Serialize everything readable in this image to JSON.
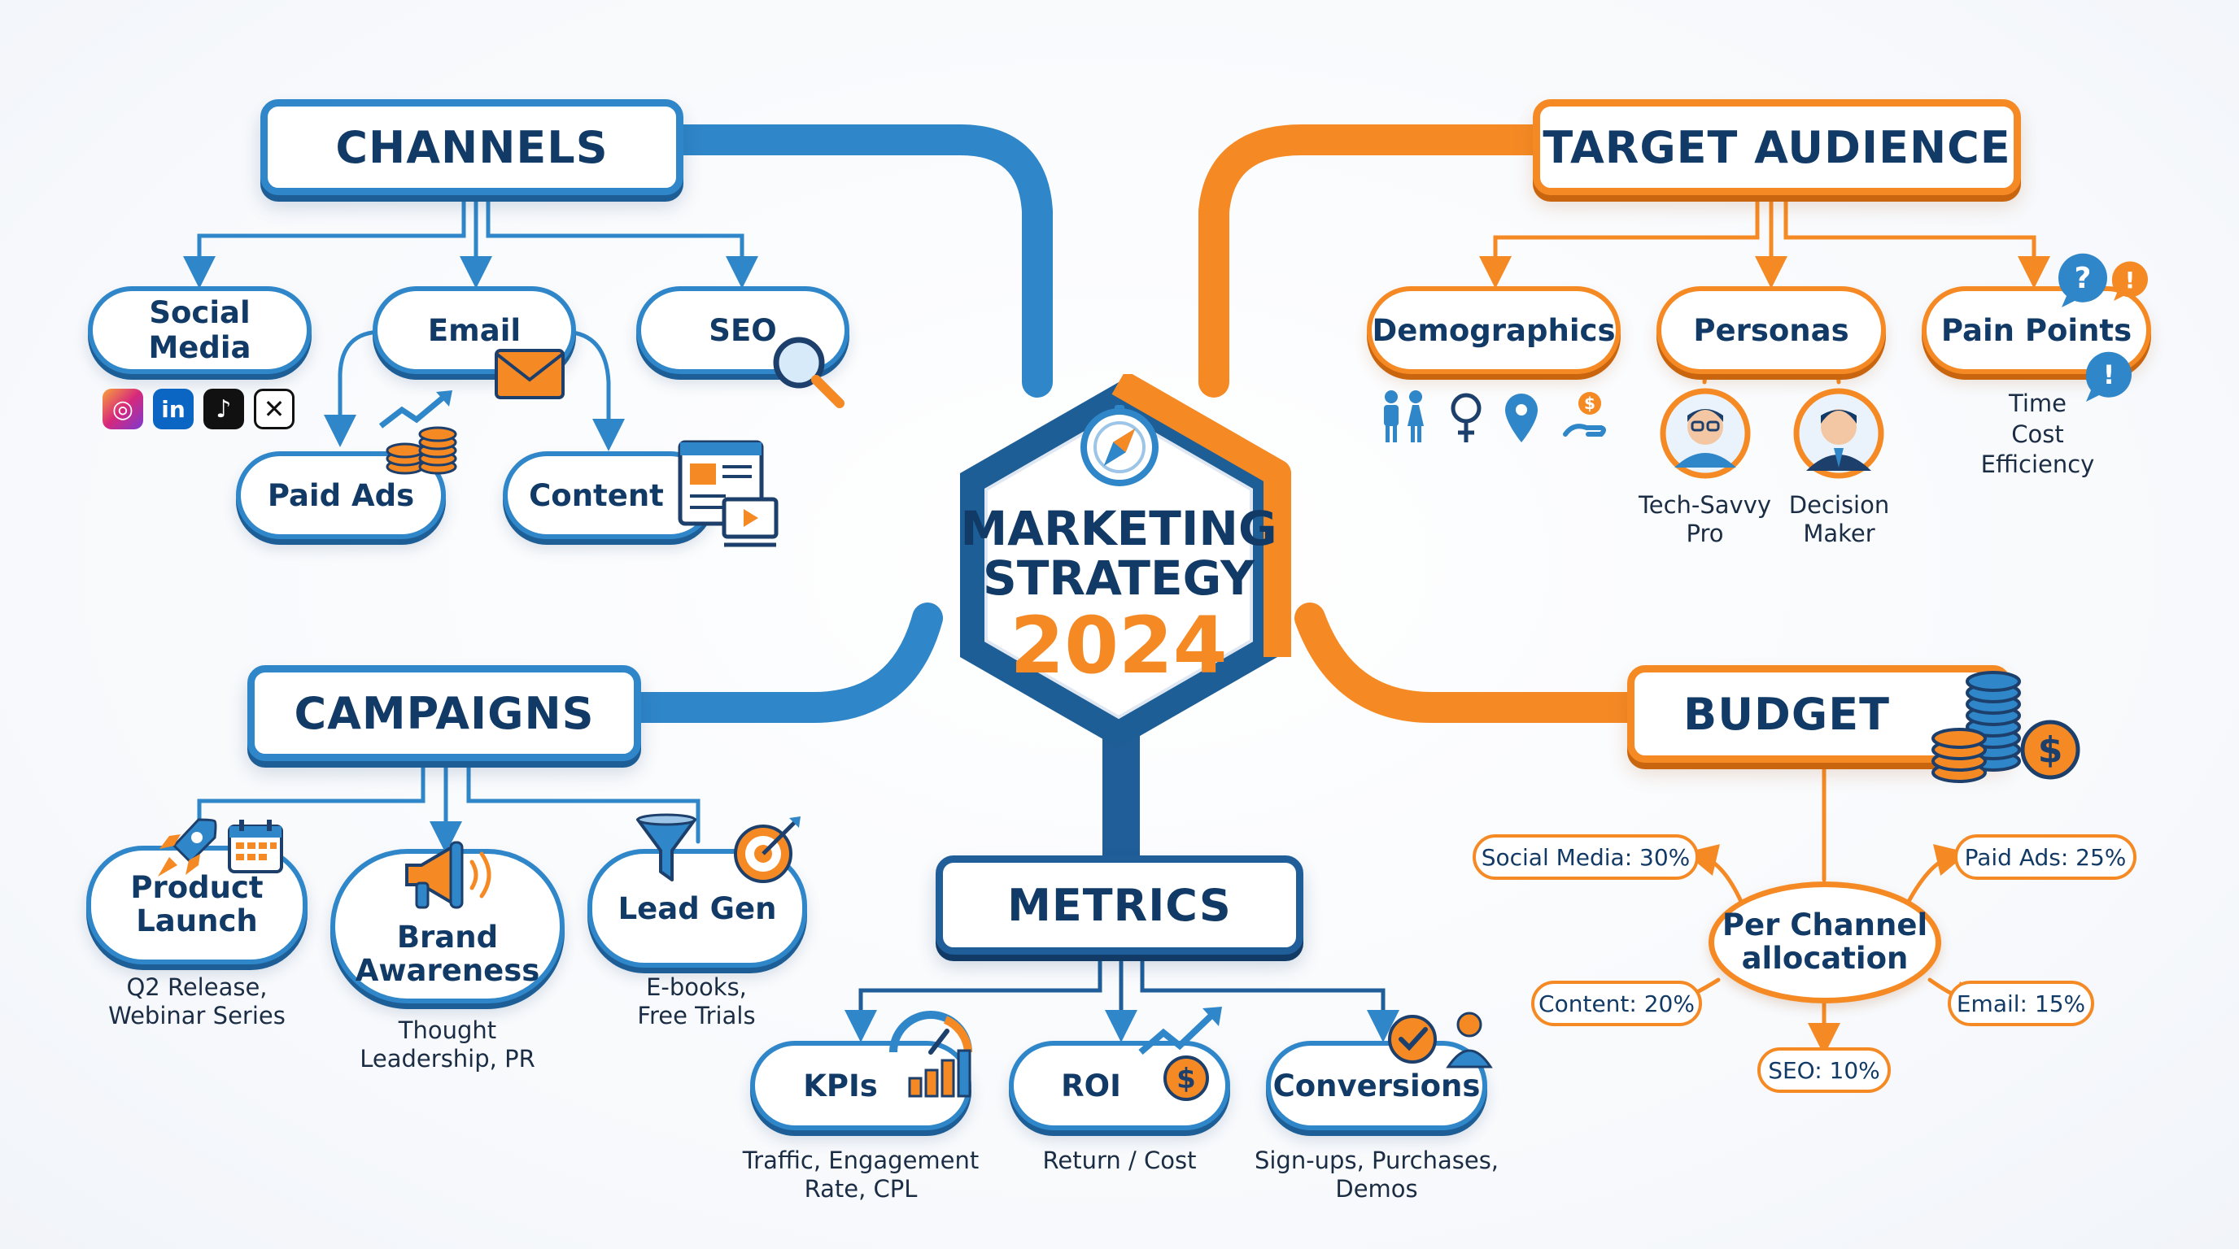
{
  "colors": {
    "blue": "#2f86c8",
    "navy": "#123a66",
    "orange": "#f58a25"
  },
  "center": {
    "title": "MARKETING\nSTRATEGY",
    "year": "2024",
    "icon": "compass-icon"
  },
  "channels": {
    "header": "CHANNELS",
    "items": {
      "social_media": "Social Media",
      "email": "Email",
      "seo": "SEO",
      "paid_ads": "Paid Ads",
      "content": "Content"
    },
    "social_icons": [
      "instagram-icon",
      "linkedin-icon",
      "tiktok-icon",
      "x-icon"
    ]
  },
  "target_audience": {
    "header": "TARGET AUDIENCE",
    "items": {
      "demographics": "Demographics",
      "personas": "Personas",
      "pain_points": "Pain Points"
    },
    "persona_labels": {
      "tech_savvy": "Tech-Savvy\nPro",
      "decision_maker": "Decision\nMaker"
    },
    "pain_notes": "Time\nCost\nEfficiency"
  },
  "campaigns": {
    "header": "CAMPAIGNS",
    "items": {
      "product_launch": "Product\nLaunch",
      "brand_awareness": "Brand\nAwareness",
      "lead_gen": "Lead Gen"
    },
    "notes": {
      "product_launch": "Q2 Release,\nWebinar Series",
      "brand_awareness": "Thought\nLeadership, PR",
      "lead_gen": "E-books,\nFree Trials"
    }
  },
  "metrics": {
    "header": "METRICS",
    "items": {
      "kpis": "KPIs",
      "roi": "ROI",
      "conversions": "Conversions"
    },
    "notes": {
      "kpis": "Traffic, Engagement\nRate, CPL",
      "roi": "Return / Cost",
      "conversions": "Sign-ups, Purchases,\nDemos"
    }
  },
  "budget": {
    "header": "BUDGET",
    "center_label": "Per Channel\nallocation",
    "allocations": {
      "social_media": "Social Media: 30%",
      "paid_ads": "Paid Ads: 25%",
      "content": "Content: 20%",
      "email": "Email: 15%",
      "seo": "SEO: 10%"
    }
  }
}
